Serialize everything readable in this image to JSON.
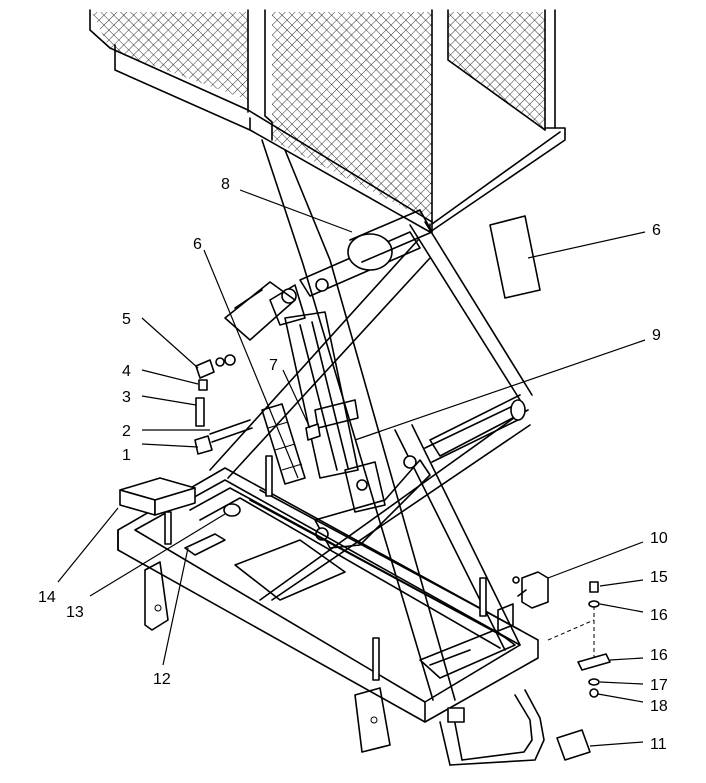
{
  "callouts": [
    {
      "id": "c1",
      "text": "1"
    },
    {
      "id": "c2",
      "text": "2"
    },
    {
      "id": "c3",
      "text": "3"
    },
    {
      "id": "c4",
      "text": "4"
    },
    {
      "id": "c5",
      "text": "5"
    },
    {
      "id": "c6a",
      "text": "6"
    },
    {
      "id": "c6b",
      "text": "6"
    },
    {
      "id": "c7",
      "text": "7"
    },
    {
      "id": "c8",
      "text": "8"
    },
    {
      "id": "c9",
      "text": "9"
    },
    {
      "id": "c10",
      "text": "10"
    },
    {
      "id": "c11",
      "text": "11"
    },
    {
      "id": "c12",
      "text": "12"
    },
    {
      "id": "c13",
      "text": "13"
    },
    {
      "id": "c14",
      "text": "14"
    },
    {
      "id": "c15",
      "text": "15"
    },
    {
      "id": "c16a",
      "text": "16"
    },
    {
      "id": "c16b",
      "text": "16"
    },
    {
      "id": "c17",
      "text": "17"
    },
    {
      "id": "c18",
      "text": "18"
    }
  ]
}
